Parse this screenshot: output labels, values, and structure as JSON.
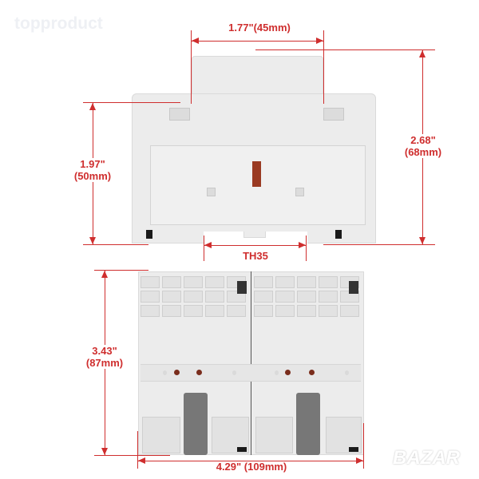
{
  "watermark_top": "topproduct",
  "watermark_bottom": "BAZAR",
  "dimensions": {
    "top_width": "1.77\"(45mm)",
    "total_height_in": "2.68\"",
    "total_height_mm": "(68mm)",
    "body_height_in": "1.97\"",
    "body_height_mm": "(50mm)",
    "rail": "TH35",
    "depth_in": "3.43\"",
    "depth_mm": "(87mm)",
    "width": "4.29\" (109mm)"
  },
  "colors": {
    "dimension": "#cf2e2e",
    "body": "#ececec"
  }
}
